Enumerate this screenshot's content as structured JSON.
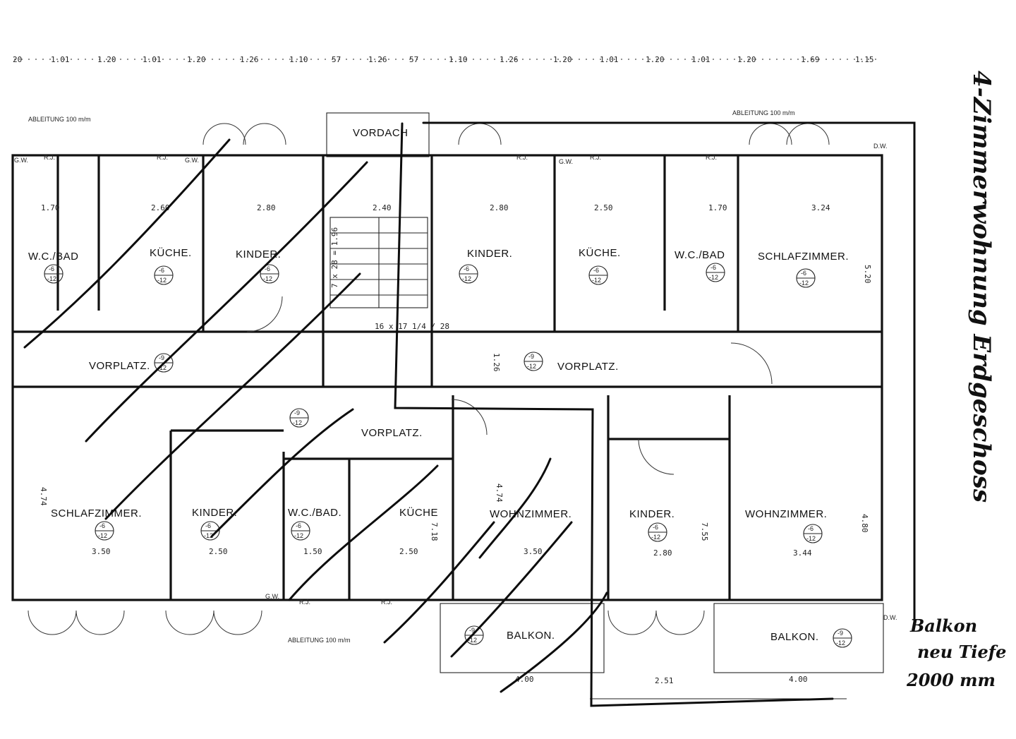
{
  "top_dimensions": [
    "20",
    "1.01",
    "1.20",
    "1.01",
    "1.20",
    "1.26",
    "1.10",
    "57",
    "1.26",
    "57",
    "1.10",
    "1.26",
    "1.20",
    "1.01",
    "1.20",
    "1.01",
    "1.20",
    "1.69",
    "1.15"
  ],
  "ableitung": "ABLEITUNG 100 m/m",
  "vordach": "VORDACH",
  "rooms": {
    "wc_bad_tl": "W.C./BAD",
    "kueche_tl": "KÜCHE.",
    "kinder_tl": "KINDER.",
    "kinder_tc": "KINDER.",
    "kueche_tr": "KÜCHE.",
    "wc_bad_tr": "W.C./BAD",
    "schlafzimmer_tr": "SCHLAFZIMMER.",
    "vorplatz_l": "VORPLATZ.",
    "vorplatz_r": "VORPLATZ.",
    "vorplatz_c": "VORPLATZ.",
    "schlafzimmer_bl": "SCHLAFZIMMER.",
    "kinder_bl": "KINDER.",
    "wc_bad_bc": "W.C./BAD.",
    "kueche_bc": "KÜCHE",
    "wohnzimmer_bc": "WOHNZIMMER.",
    "kinder_br": "KINDER.",
    "wohnzimmer_br": "WOHNZIMMER.",
    "balkon_l": "BALKON.",
    "balkon_r": "BALKON."
  },
  "room_dims": {
    "wc_tl": "1.70",
    "kueche_tl": "2.60",
    "kinder_tl": "2.80",
    "stair": "2.40",
    "kinder_tc": "2.80",
    "kueche_tr": "2.50",
    "wc_tr": "1.70",
    "schlaf_tr": "3.24",
    "schlaf_bl": "3.50",
    "kinder_bl": "2.50",
    "wc_bc": "1.50",
    "kueche_bc": "2.50",
    "wohn_bc": "3.50",
    "kinder_br": "2.80",
    "wohn_br": "3.44",
    "h_474a": "4.74",
    "h_474b": "4.74",
    "h_520": "5.20",
    "h_480": "4.80",
    "h_755": "7.55",
    "h_718": "7.18",
    "balkon_l": "4.00",
    "balkon_m": "2.51",
    "balkon_r": "4.00",
    "treppe_a": "7 x 28 = 1.96",
    "treppe_b": "16 x 17 1/4 / 28",
    "vorplatz_w": "1.26"
  },
  "room_codes": [
    "-6",
    "-12",
    "-9"
  ],
  "handwriting": {
    "title": "4-Zimmerwohnung Erdgeschoss",
    "note_1": "Balkon",
    "note_2": "neu Tiefe",
    "note_3": "2000 mm"
  },
  "labels_small": {
    "rj": "R.J.",
    "gw": "G.W.",
    "dw": "D.W."
  }
}
